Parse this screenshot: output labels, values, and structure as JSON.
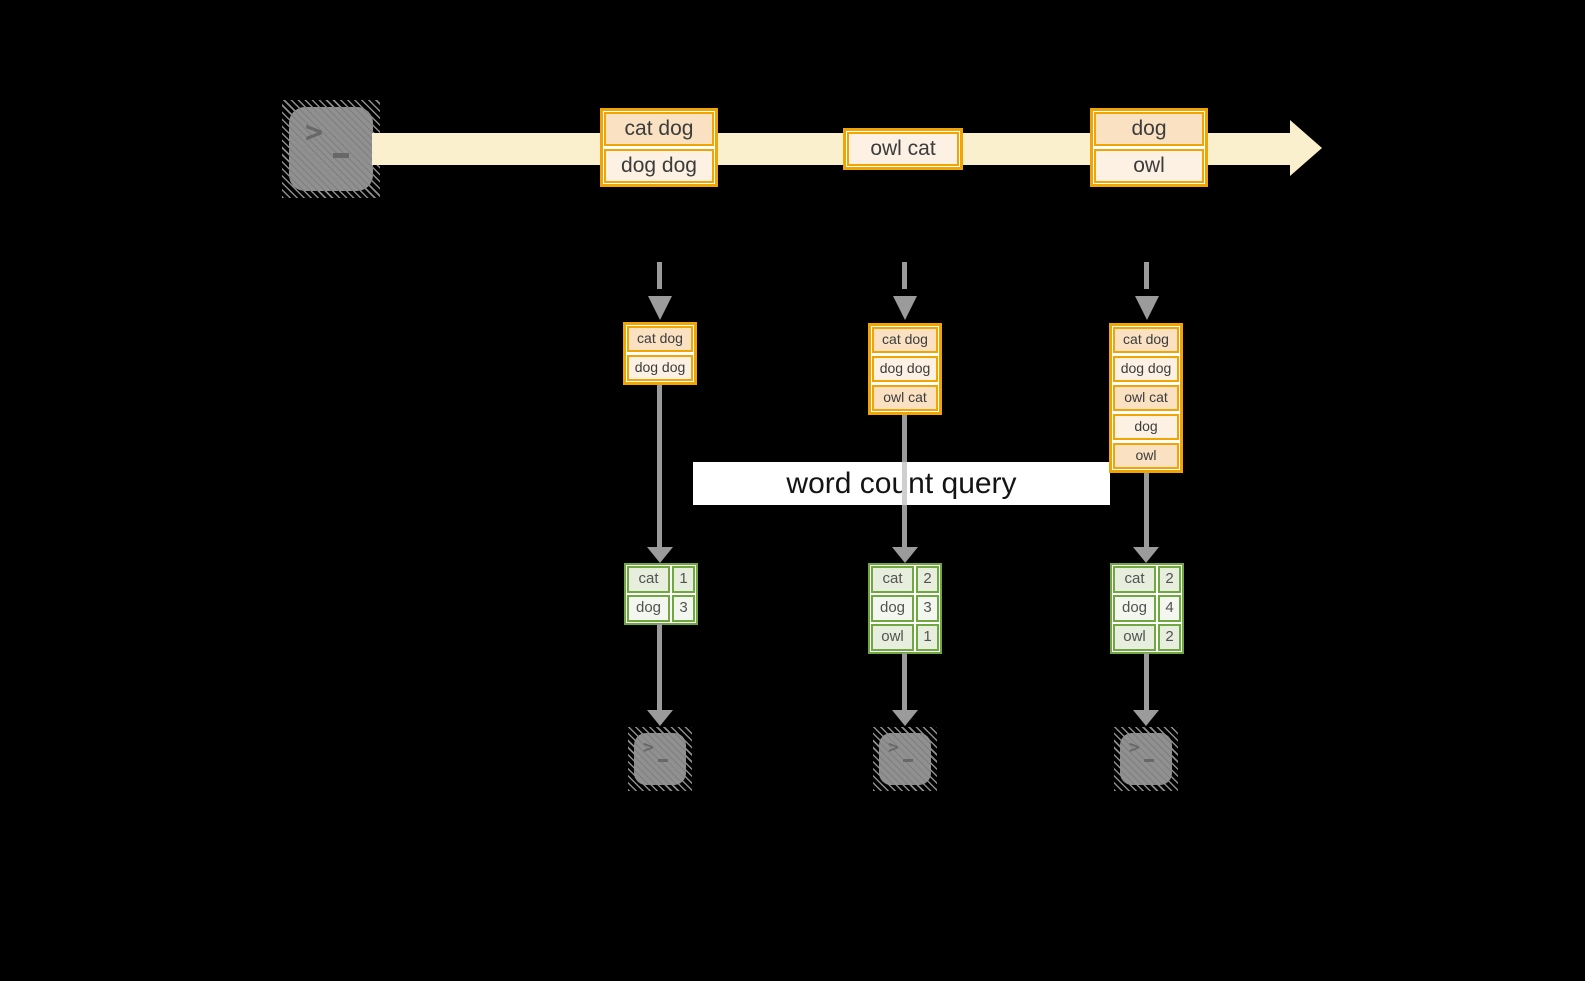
{
  "diagram": {
    "query_label": "word count query",
    "terminal_prompt": ">",
    "stream_events": [
      {
        "lines": [
          "cat dog",
          "dog dog"
        ]
      },
      {
        "lines": [
          "owl cat"
        ]
      },
      {
        "lines": [
          "dog",
          "owl"
        ]
      }
    ],
    "state_snapshots": [
      {
        "lines": [
          "cat dog",
          "dog dog"
        ]
      },
      {
        "lines": [
          "cat dog",
          "dog dog",
          "owl cat"
        ]
      },
      {
        "lines": [
          "cat dog",
          "dog dog",
          "owl cat",
          "dog",
          "owl"
        ]
      }
    ],
    "count_tables": [
      {
        "rows": [
          {
            "word": "cat",
            "count": "1"
          },
          {
            "word": "dog",
            "count": "3"
          }
        ]
      },
      {
        "rows": [
          {
            "word": "cat",
            "count": "2"
          },
          {
            "word": "dog",
            "count": "3"
          },
          {
            "word": "owl",
            "count": "1"
          }
        ]
      },
      {
        "rows": [
          {
            "word": "cat",
            "count": "2"
          },
          {
            "word": "dog",
            "count": "4"
          },
          {
            "word": "owl",
            "count": "2"
          }
        ]
      }
    ],
    "colors": {
      "stream_band": "#FBF0CD",
      "event_border": "#F0A502",
      "event_fill_dark": "#F9E1C2",
      "event_fill_light": "#FCF1E3",
      "table_border": "#6FA83F",
      "table_fill_dark": "#E7EEDD",
      "table_fill_light": "#F4F7EF",
      "arrow": "#9B9B9B",
      "terminal": "#8A8A8A",
      "query_label_bg": "#FFFFFF"
    }
  }
}
